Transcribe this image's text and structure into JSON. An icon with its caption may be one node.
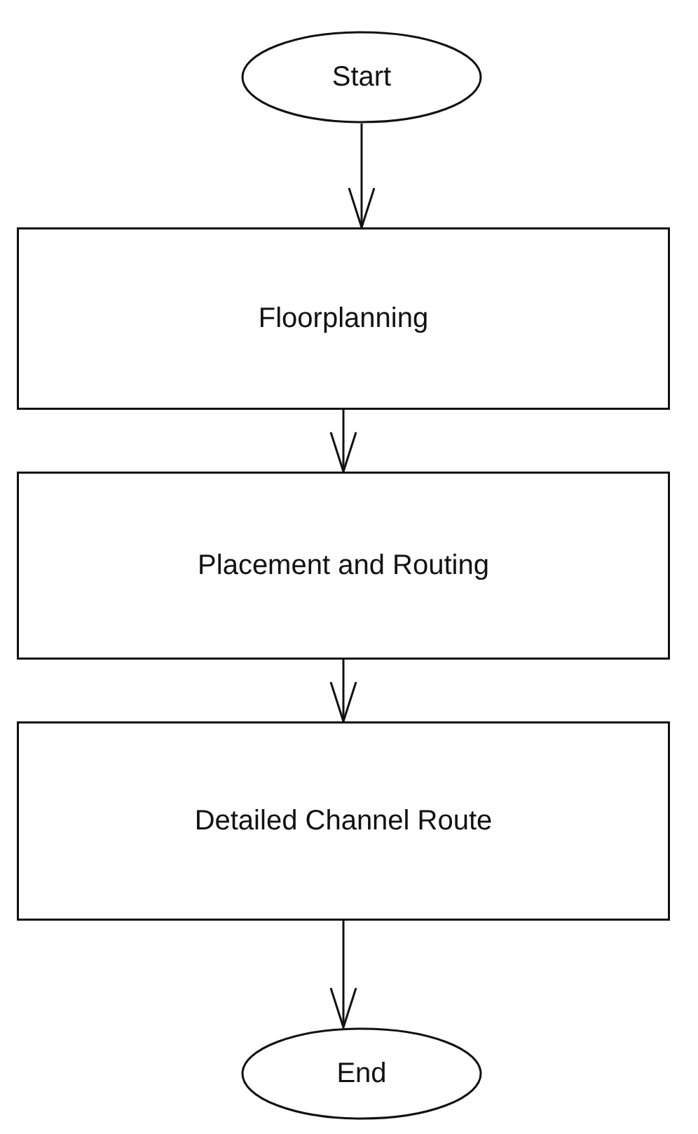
{
  "diagram": {
    "nodes": [
      {
        "text": [
          "Start"
        ]
      },
      {
        "text": [
          "Floorplanning"
        ]
      },
      {
        "text": [
          "Placement and Routing"
        ]
      },
      {
        "text": [
          "Detailed Channel Route"
        ]
      },
      {
        "text": [
          "End"
        ]
      }
    ],
    "edges": [
      {
        "from": 0,
        "to": 1,
        "arrow": "to"
      },
      {
        "from": 1,
        "to": 2,
        "arrow": "to"
      },
      {
        "from": 2,
        "to": 3,
        "arrow": "to"
      },
      {
        "from": 3,
        "to": 4,
        "arrow": "to"
      }
    ]
  }
}
